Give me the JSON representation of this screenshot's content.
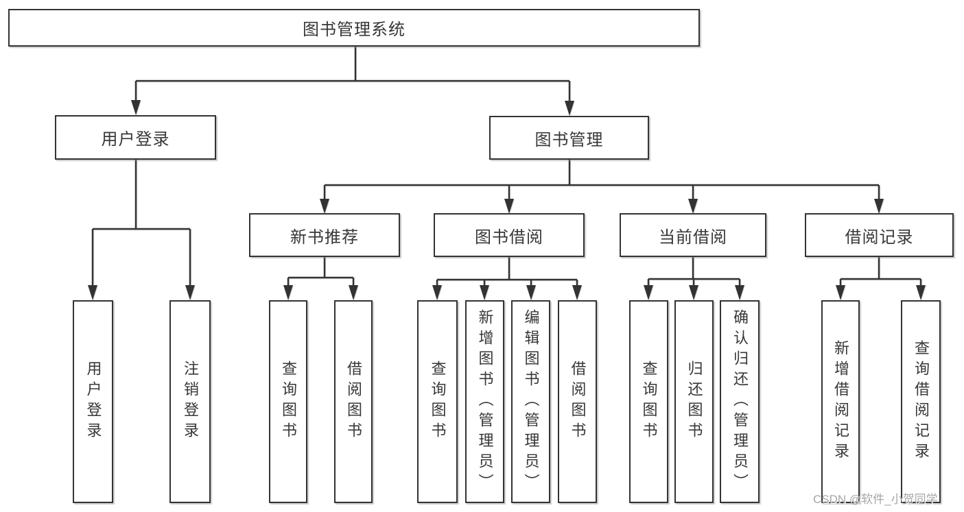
{
  "diagram_title": "图书管理系统",
  "tree": {
    "label": "图书管理系统",
    "children": [
      {
        "label": "用户登录",
        "children": [
          {
            "label": "用户登录"
          },
          {
            "label": "注销登录"
          }
        ]
      },
      {
        "label": "图书管理",
        "children": [
          {
            "label": "新书推荐",
            "children": [
              {
                "label": "查询图书"
              },
              {
                "label": "借阅图书"
              }
            ]
          },
          {
            "label": "图书借阅",
            "children": [
              {
                "label": "查询图书"
              },
              {
                "label": "新增图书（管理员）"
              },
              {
                "label": "编辑图书（管理员）"
              },
              {
                "label": "借阅图书"
              }
            ]
          },
          {
            "label": "当前借阅",
            "children": [
              {
                "label": "查询图书"
              },
              {
                "label": "归还图书"
              },
              {
                "label": "确认归还（管理员）"
              }
            ]
          },
          {
            "label": "借阅记录",
            "children": [
              {
                "label": "新增借阅记录"
              },
              {
                "label": "查询借阅记录"
              }
            ]
          }
        ]
      }
    ]
  },
  "watermark": {
    "text": "CSDN @软件_小贺同学"
  },
  "colors": {
    "line": "#333333",
    "box_border": "#333333",
    "text": "#373737",
    "background": "#ffffff",
    "watermark": "#a6a6a6"
  }
}
